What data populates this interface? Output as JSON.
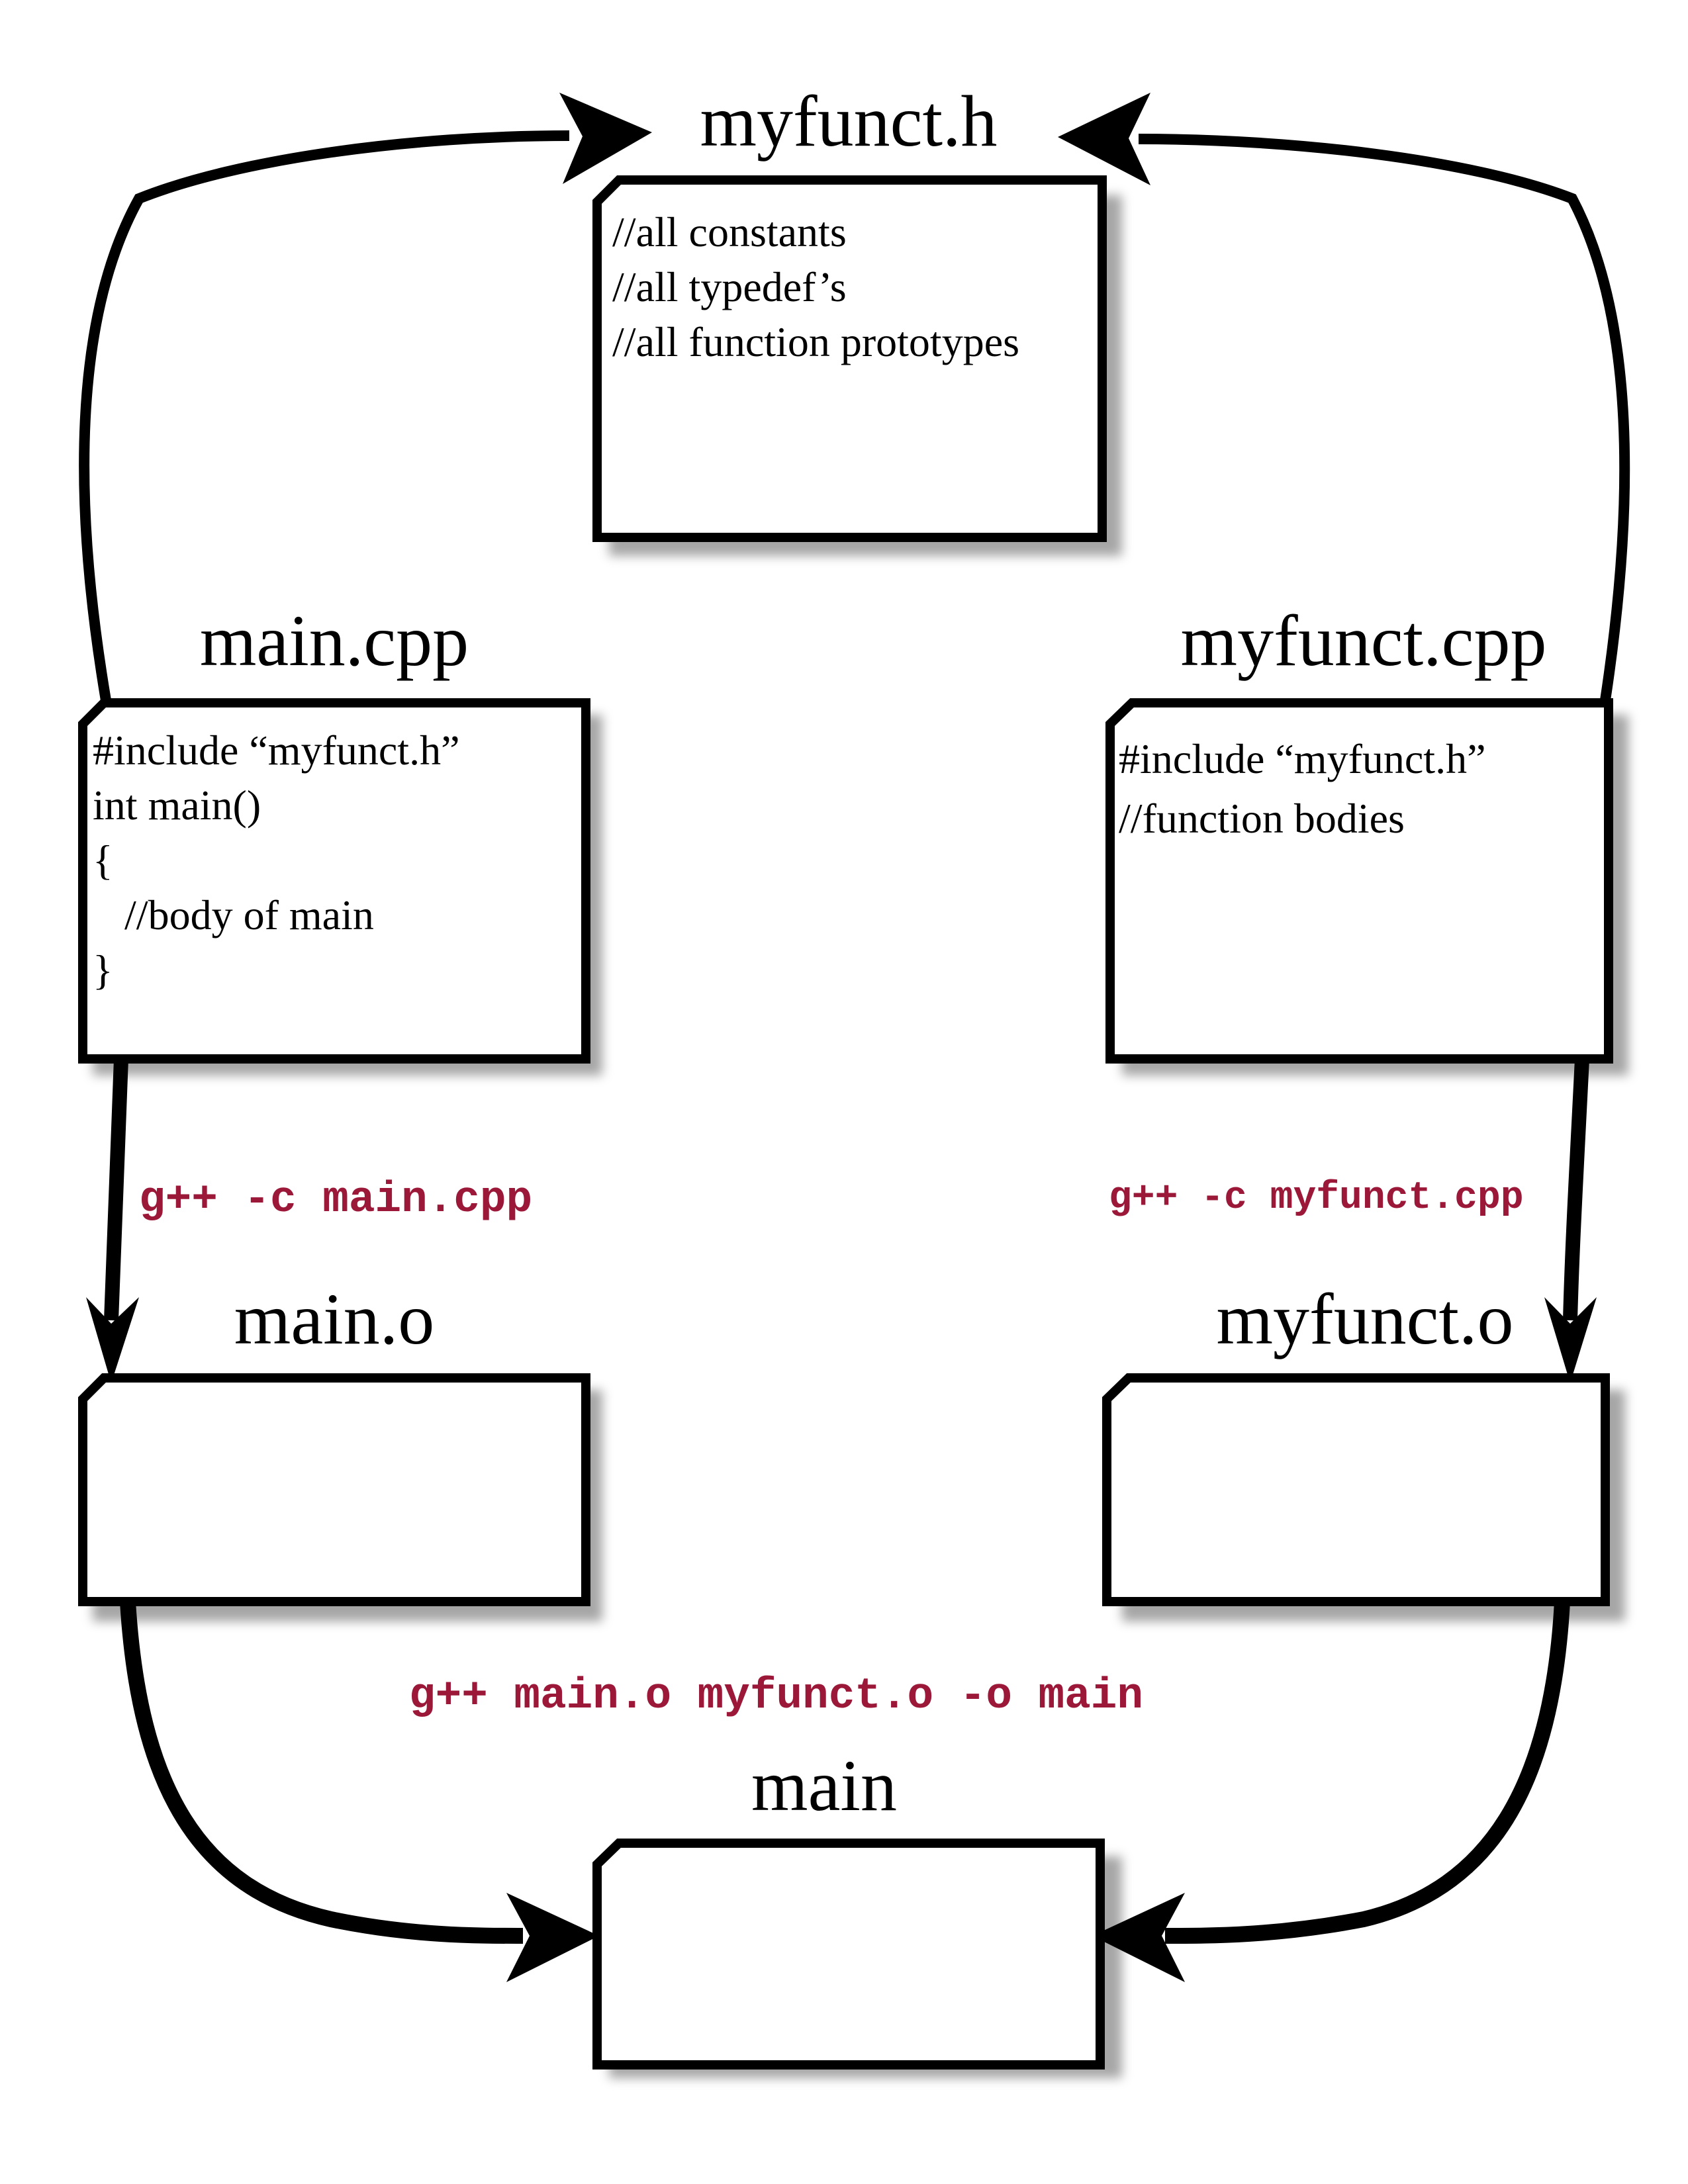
{
  "nodes": {
    "myfunct_h": {
      "title": "myfunct.h",
      "lines": [
        "//all constants",
        "//all typedef’s",
        "//all function prototypes"
      ]
    },
    "main_cpp": {
      "title": "main.cpp",
      "lines": [
        "#include “myfunct.h”",
        "int main()",
        "{",
        "   //body of main",
        "}"
      ]
    },
    "myfunct_cpp": {
      "title": "myfunct.cpp",
      "lines": [
        "#include “myfunct.h”",
        "//function bodies"
      ]
    },
    "main_o": {
      "title": "main.o",
      "lines": []
    },
    "myfunct_o": {
      "title": "myfunct.o",
      "lines": []
    },
    "main": {
      "title": "main",
      "lines": []
    }
  },
  "commands": {
    "compile_main": "g++ -c main.cpp",
    "compile_myfunct": "g++ -c myfunct.cpp",
    "link": "g++ main.o myfunct.o -o main"
  },
  "colors": {
    "command_text": "#9b1838",
    "outline": "#000000"
  }
}
